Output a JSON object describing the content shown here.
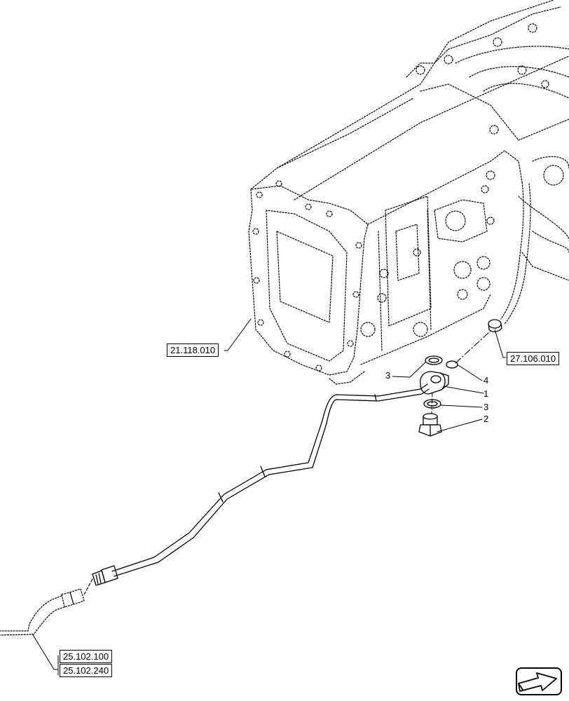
{
  "references": {
    "transmission_housing": "21.118.010",
    "hydraulic_pipe_end": "27.106.010",
    "ref_a": "25.102.100",
    "ref_b": "25.102.240"
  },
  "callouts": [
    "3",
    "1",
    "4",
    "3",
    "2"
  ],
  "icons": {
    "nav": "next-page-arrow-icon"
  },
  "colors": {
    "line": "#000000",
    "background": "#ffffff"
  }
}
